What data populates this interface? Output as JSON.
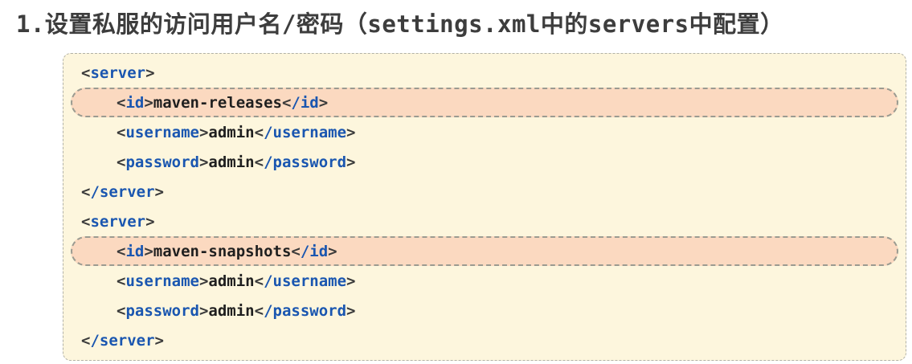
{
  "title": {
    "text": "1.设置私服的访问用户名/密码（settings.xml中的servers中配置）"
  },
  "colors": {
    "page_bg": "#ffffff",
    "card_bg": "#fdf6dd",
    "card_border": "#b1b1a7",
    "highlight_bg": "#fbd9c0",
    "highlight_border": "#9b9b91",
    "tag": "#1a56b0",
    "bracket": "#3a3a3a",
    "text": "#1f1f1f",
    "title": "#3d3d3d"
  },
  "code": {
    "language": "xml",
    "lines": [
      {
        "indent": 0,
        "highlighted": false,
        "tokens": [
          {
            "type": "bracket",
            "text": "<"
          },
          {
            "type": "tag",
            "text": "server"
          },
          {
            "type": "bracket",
            "text": ">"
          }
        ]
      },
      {
        "indent": 1,
        "highlighted": true,
        "tokens": [
          {
            "type": "bracket",
            "text": "<"
          },
          {
            "type": "tag",
            "text": "id"
          },
          {
            "type": "bracket",
            "text": ">"
          },
          {
            "type": "text",
            "text": "maven-releases"
          },
          {
            "type": "bracket",
            "text": "<"
          },
          {
            "type": "tag",
            "text": "/id"
          },
          {
            "type": "bracket",
            "text": ">"
          }
        ]
      },
      {
        "indent": 1,
        "highlighted": false,
        "tokens": [
          {
            "type": "bracket",
            "text": "<"
          },
          {
            "type": "tag",
            "text": "username"
          },
          {
            "type": "bracket",
            "text": ">"
          },
          {
            "type": "text",
            "text": "admin"
          },
          {
            "type": "bracket",
            "text": "<"
          },
          {
            "type": "tag",
            "text": "/username"
          },
          {
            "type": "bracket",
            "text": ">"
          }
        ]
      },
      {
        "indent": 1,
        "highlighted": false,
        "tokens": [
          {
            "type": "bracket",
            "text": "<"
          },
          {
            "type": "tag",
            "text": "password"
          },
          {
            "type": "bracket",
            "text": ">"
          },
          {
            "type": "text",
            "text": "admin"
          },
          {
            "type": "bracket",
            "text": "<"
          },
          {
            "type": "tag",
            "text": "/password"
          },
          {
            "type": "bracket",
            "text": ">"
          }
        ]
      },
      {
        "indent": 0,
        "highlighted": false,
        "tokens": [
          {
            "type": "bracket",
            "text": "<"
          },
          {
            "type": "tag",
            "text": "/server"
          },
          {
            "type": "bracket",
            "text": ">"
          }
        ]
      },
      {
        "indent": 0,
        "highlighted": false,
        "tokens": [
          {
            "type": "bracket",
            "text": "<"
          },
          {
            "type": "tag",
            "text": "server"
          },
          {
            "type": "bracket",
            "text": ">"
          }
        ]
      },
      {
        "indent": 1,
        "highlighted": true,
        "tokens": [
          {
            "type": "bracket",
            "text": "<"
          },
          {
            "type": "tag",
            "text": "id"
          },
          {
            "type": "bracket",
            "text": ">"
          },
          {
            "type": "text",
            "text": "maven-snapshots"
          },
          {
            "type": "bracket",
            "text": "<"
          },
          {
            "type": "tag",
            "text": "/id"
          },
          {
            "type": "bracket",
            "text": ">"
          }
        ]
      },
      {
        "indent": 1,
        "highlighted": false,
        "tokens": [
          {
            "type": "bracket",
            "text": "<"
          },
          {
            "type": "tag",
            "text": "username"
          },
          {
            "type": "bracket",
            "text": ">"
          },
          {
            "type": "text",
            "text": "admin"
          },
          {
            "type": "bracket",
            "text": "<"
          },
          {
            "type": "tag",
            "text": "/username"
          },
          {
            "type": "bracket",
            "text": ">"
          }
        ]
      },
      {
        "indent": 1,
        "highlighted": false,
        "tokens": [
          {
            "type": "bracket",
            "text": "<"
          },
          {
            "type": "tag",
            "text": "password"
          },
          {
            "type": "bracket",
            "text": ">"
          },
          {
            "type": "text",
            "text": "admin"
          },
          {
            "type": "bracket",
            "text": "<"
          },
          {
            "type": "tag",
            "text": "/password"
          },
          {
            "type": "bracket",
            "text": ">"
          }
        ]
      },
      {
        "indent": 0,
        "highlighted": false,
        "tokens": [
          {
            "type": "bracket",
            "text": "<"
          },
          {
            "type": "tag",
            "text": "/server"
          },
          {
            "type": "bracket",
            "text": ">"
          }
        ]
      }
    ]
  }
}
